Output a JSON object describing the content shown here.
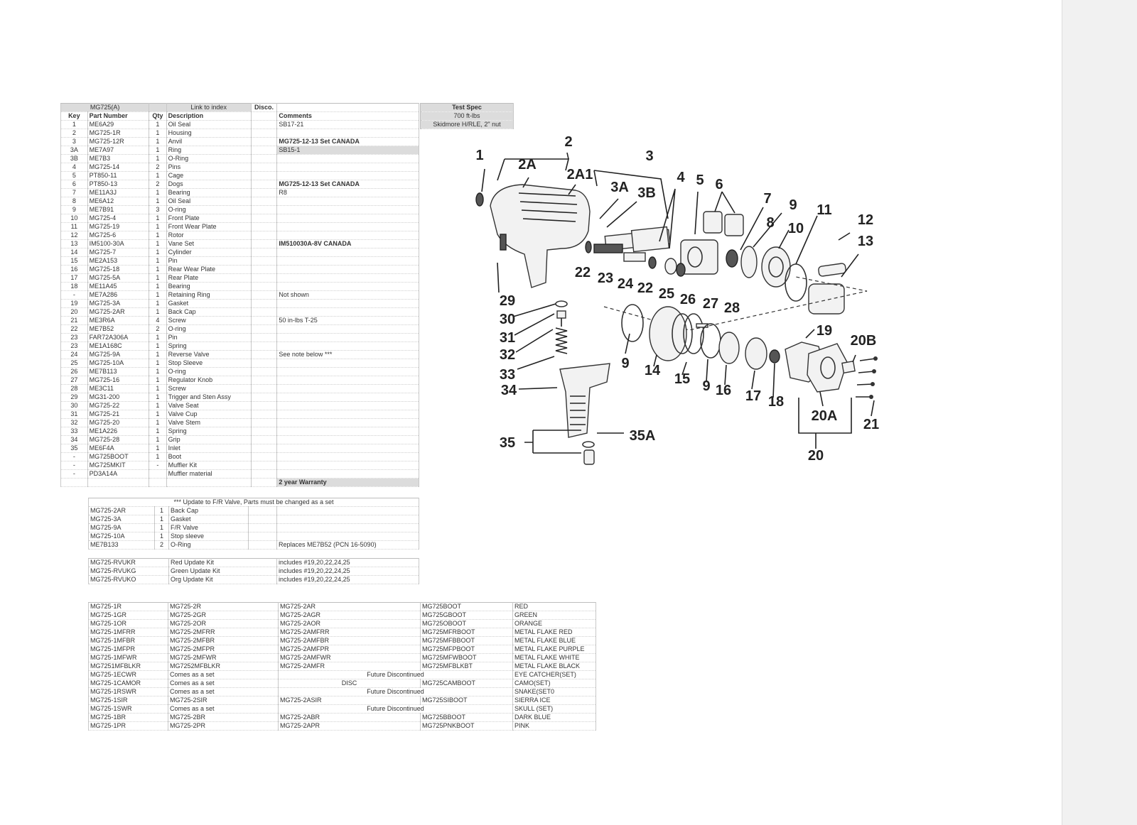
{
  "main_table": {
    "title": "MG725(A)",
    "link_label": "Link to index",
    "disco_label": "Disco.",
    "headers": {
      "key": "Key",
      "part": "Part Number",
      "qty": "Qty",
      "desc": "Description",
      "comments": "Comments"
    },
    "rows": [
      {
        "key": "1",
        "part": "ME6A29",
        "qty": "1",
        "desc": "Oil Seal",
        "comment": "SB17-21"
      },
      {
        "key": "2",
        "part": "MG725-1R",
        "qty": "1",
        "desc": "Housing",
        "comment": ""
      },
      {
        "key": "3",
        "part": "MG725-12R",
        "qty": "1",
        "desc": "Anvil",
        "comment": "MG725-12-13  Set  CANADA"
      },
      {
        "key": "3A",
        "part": "ME7A97",
        "qty": "1",
        "desc": "Ring",
        "comment": "SB15-1"
      },
      {
        "key": "3B",
        "part": "ME7B3",
        "qty": "1",
        "desc": "O-Ring",
        "comment": ""
      },
      {
        "key": "4",
        "part": "MG725-14",
        "qty": "2",
        "desc": "Pins",
        "comment": ""
      },
      {
        "key": "5",
        "part": "PT850-11",
        "qty": "1",
        "desc": "Cage",
        "comment": ""
      },
      {
        "key": "6",
        "part": "PT850-13",
        "qty": "2",
        "desc": "Dogs",
        "comment": "MG725-12-13  Set CANADA"
      },
      {
        "key": "7",
        "part": "ME11A3J",
        "qty": "1",
        "desc": "Bearing",
        "comment": "R8"
      },
      {
        "key": "8",
        "part": "ME6A12",
        "qty": "1",
        "desc": "Oil Seal",
        "comment": ""
      },
      {
        "key": "9",
        "part": "ME7B91",
        "qty": "3",
        "desc": "O-ring",
        "comment": ""
      },
      {
        "key": "10",
        "part": "MG725-4",
        "qty": "1",
        "desc": "Front Plate",
        "comment": ""
      },
      {
        "key": "11",
        "part": "MG725-19",
        "qty": "1",
        "desc": "Front Wear Plate",
        "comment": ""
      },
      {
        "key": "12",
        "part": "MG725-6",
        "qty": "1",
        "desc": "Rotor",
        "comment": ""
      },
      {
        "key": "13",
        "part": "IM5100-30A",
        "qty": "1",
        "desc": "Vane Set",
        "comment": "IM510030A-8V  CANADA"
      },
      {
        "key": "14",
        "part": "MG725-7",
        "qty": "1",
        "desc": "Cylinder",
        "comment": ""
      },
      {
        "key": "15",
        "part": "ME2A153",
        "qty": "1",
        "desc": "Pin",
        "comment": ""
      },
      {
        "key": "16",
        "part": "MG725-18",
        "qty": "1",
        "desc": "Rear Wear Plate",
        "comment": ""
      },
      {
        "key": "17",
        "part": "MG725-5A",
        "qty": "1",
        "desc": "Rear Plate",
        "comment": ""
      },
      {
        "key": "18",
        "part": "ME11A45",
        "qty": "1",
        "desc": "Bearing",
        "comment": ""
      },
      {
        "key": "-",
        "part": "ME7A286",
        "qty": "1",
        "desc": "Retaining Ring",
        "comment": "Not shown"
      },
      {
        "key": "19",
        "part": "MG725-3A",
        "qty": "1",
        "desc": "Gasket",
        "comment": ""
      },
      {
        "key": "20",
        "part": "MG725-2AR",
        "qty": "1",
        "desc": "Back Cap",
        "comment": ""
      },
      {
        "key": "21",
        "part": "ME3R6A",
        "qty": "4",
        "desc": "Screw",
        "comment": "50 in-lbs  T-25"
      },
      {
        "key": "22",
        "part": "ME7B52",
        "qty": "2",
        "desc": "O-ring",
        "comment": ""
      },
      {
        "key": "23",
        "part": "FAR72A306A",
        "qty": "1",
        "desc": "Pin",
        "comment": ""
      },
      {
        "key": "23",
        "part": "ME1A168C",
        "qty": "1",
        "desc": "Spring",
        "comment": ""
      },
      {
        "key": "24",
        "part": "MG725-9A",
        "qty": "1",
        "desc": "Reverse Valve",
        "comment": "See note below ***"
      },
      {
        "key": "25",
        "part": "MG725-10A",
        "qty": "1",
        "desc": "Stop Sleeve",
        "comment": ""
      },
      {
        "key": "26",
        "part": "ME7B113",
        "qty": "1",
        "desc": "O-ring",
        "comment": ""
      },
      {
        "key": "27",
        "part": "MG725-16",
        "qty": "1",
        "desc": "Regulator Knob",
        "comment": ""
      },
      {
        "key": "28",
        "part": "ME3C11",
        "qty": "1",
        "desc": "Screw",
        "comment": ""
      },
      {
        "key": "29",
        "part": "MG31-200",
        "qty": "1",
        "desc": "Trigger and Sten Assy",
        "comment": ""
      },
      {
        "key": "30",
        "part": "MG725-22",
        "qty": "1",
        "desc": "Valve Seat",
        "comment": ""
      },
      {
        "key": "31",
        "part": "MG725-21",
        "qty": "1",
        "desc": "Valve Cup",
        "comment": ""
      },
      {
        "key": "32",
        "part": "MG725-20",
        "qty": "1",
        "desc": "Valve Stem",
        "comment": ""
      },
      {
        "key": "33",
        "part": "ME1A226",
        "qty": "1",
        "desc": "Spring",
        "comment": ""
      },
      {
        "key": "34",
        "part": "MG725-28",
        "qty": "1",
        "desc": "Grip",
        "comment": ""
      },
      {
        "key": "35",
        "part": "ME6F4A",
        "qty": "1",
        "desc": "Inlet",
        "comment": ""
      },
      {
        "key": "-",
        "part": "MG725BOOT",
        "qty": "1",
        "desc": "Boot",
        "comment": ""
      },
      {
        "key": "-",
        "part": "MG725MKIT",
        "qty": "-",
        "desc": "Muffler Kit",
        "comment": ""
      },
      {
        "key": "-",
        "part": "PD3A14A",
        "qty": "",
        "desc": "Muffler material",
        "comment": ""
      }
    ],
    "warranty": "2 year Warranty"
  },
  "test_spec": {
    "title": "Test Spec",
    "line1": "700 ft-lbs",
    "line2": "Skidmore H/RLE,   2\" nut"
  },
  "update_table": {
    "note": "***   Update to F/R Valve,  Parts must be changed as a set",
    "rows": [
      {
        "part": "MG725-2AR",
        "qty": "1",
        "desc": "Back Cap",
        "comment": ""
      },
      {
        "part": "MG725-3A",
        "qty": "1",
        "desc": "Gasket",
        "comment": ""
      },
      {
        "part": "MG725-9A",
        "qty": "1",
        "desc": "F/R Valve",
        "comment": ""
      },
      {
        "part": "MG725-10A",
        "qty": "1",
        "desc": "Stop sleeve",
        "comment": ""
      },
      {
        "part": "ME7B133",
        "qty": "2",
        "desc": "O-Ring",
        "comment": "Replaces ME7B52 (PCN 16-5090)"
      }
    ]
  },
  "kit_table": {
    "rows": [
      {
        "part": "MG725-RVUKR",
        "desc": "Red Update Kit",
        "comment": "includes #19,20,22,24,25"
      },
      {
        "part": "MG725-RVUKG",
        "desc": "Green Update Kit",
        "comment": "includes #19,20,22,24,25"
      },
      {
        "part": "MG725-RVUKO",
        "desc": "Org Update Kit",
        "comment": "includes #19,20,22,24,25"
      }
    ]
  },
  "color_table": {
    "rows": [
      {
        "c1": "MG725-1R",
        "c2": "MG725-2R",
        "c3": "MG725-2AR",
        "c4": "MG725BOOT",
        "c5": "RED"
      },
      {
        "c1": "MG725-1GR",
        "c2": "MG725-2GR",
        "c3": "MG725-2AGR",
        "c4": "MG725GBOOT",
        "c5": "GREEN"
      },
      {
        "c1": "MG725-1OR",
        "c2": "MG725-2OR",
        "c3": "MG725-2AOR",
        "c4": "MG725OBOOT",
        "c5": "ORANGE"
      },
      {
        "c1": "MG725-1MFRR",
        "c2": "MG725-2MFRR",
        "c3": "MG725-2AMFRR",
        "c4": "MG725MFRBOOT",
        "c5": "METAL FLAKE RED"
      },
      {
        "c1": "MG725-1MFBR",
        "c2": "MG725-2MFBR",
        "c3": "MG725-2AMFBR",
        "c4": "MG725MFBBOOT",
        "c5": "METAL FLAKE BLUE"
      },
      {
        "c1": "MG725-1MFPR",
        "c2": "MG725-2MFPR",
        "c3": "MG725-2AMFPR",
        "c4": "MG725MFPBOOT",
        "c5": "METAL FLAKE PURPLE"
      },
      {
        "c1": "MG725-1MFWR",
        "c2": "MG725-2MFWR",
        "c3": "MG725-2AMFWR",
        "c4": "MG725MFWBOOT",
        "c5": "METAL FLAKE WHITE"
      },
      {
        "c1": "MG7251MFBLKR",
        "c2": "MG7252MFBLKR",
        "c3": "MG725-2AMFR",
        "c4": "MG725MFBLKBT",
        "c5": "METAL FLAKE BLACK"
      },
      {
        "c1": "MG725-1ECWR",
        "c2": "Comes as a set",
        "c3": "Future Discontinued",
        "c4": "",
        "c5": "EYE CATCHER(SET)"
      },
      {
        "c1": "MG725-1CAMOR",
        "c2": "Comes as a set",
        "c3": "DISC",
        "c4": "MG725CAMBOOT",
        "c5": "CAMO(SET)"
      },
      {
        "c1": "MG725-1RSWR",
        "c2": "Comes as a set",
        "c3": "Future Discontinued",
        "c4": "",
        "c5": "SNAKE(SET0"
      },
      {
        "c1": "MG725-1SIR",
        "c2": "MG725-2SIR",
        "c3": "MG725-2ASIR",
        "c4": "MG725SIBOOT",
        "c5": "SIERRA ICE"
      },
      {
        "c1": "MG725-1SWR",
        "c2": "Comes as a set",
        "c3": "Future Discontinued",
        "c4": "",
        "c5": "SKULL (SET)"
      },
      {
        "c1": "MG725-1BR",
        "c2": "MG725-2BR",
        "c3": "MG725-2ABR",
        "c4": "MG725BBOOT",
        "c5": "DARK BLUE"
      },
      {
        "c1": "MG725-1PR",
        "c2": "MG725-2PR",
        "c3": "MG725-2APR",
        "c4": "MG725PNKBOOT",
        "c5": "PINK"
      }
    ]
  },
  "diagram": {
    "callouts": [
      "1",
      "2",
      "2A",
      "2A1",
      "3",
      "3A",
      "3B",
      "4",
      "5",
      "6",
      "7",
      "8",
      "9",
      "10",
      "11",
      "12",
      "13",
      "22",
      "23",
      "24",
      "22",
      "25",
      "26",
      "27",
      "28",
      "29",
      "30",
      "31",
      "32",
      "33",
      "34",
      "35",
      "35A",
      "9",
      "14",
      "15",
      "9",
      "16",
      "17",
      "18",
      "19",
      "20B",
      "20A",
      "21",
      "20"
    ]
  }
}
